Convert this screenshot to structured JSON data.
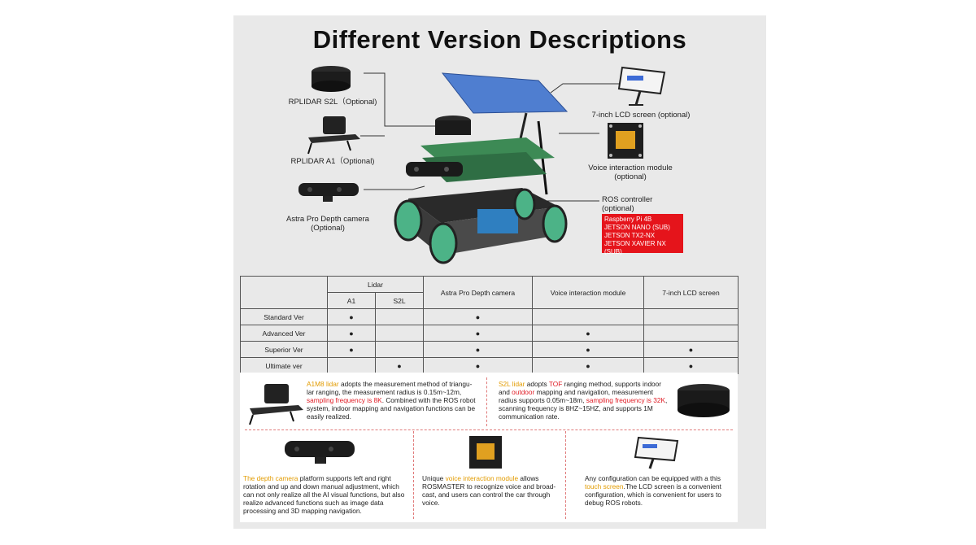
{
  "title": "Different Version Descriptions",
  "labels": {
    "rplidar_s2l": "RPLIDAR S2L（Optional)",
    "rplidar_a1": "RPLIDAR A1（Optional)",
    "astra_line1": "Astra Pro Depth camera",
    "astra_line2": "(Optional)",
    "lcd": "7-inch LCD screen (optional)",
    "voice_line1": "Voice interaction module",
    "voice_line2": "(optional)",
    "ros_line1": "ROS controller",
    "ros_line2": "(optional)"
  },
  "ros_options": [
    "Raspberry Pi 4B",
    "JETSON NANO (SUB)",
    "JETSON TX2-NX",
    "JETSON XAVIER NX (SUB)"
  ],
  "table": {
    "lidar_header": "Lidar",
    "a1": "A1",
    "s2l": "S2L",
    "astra": "Astra Pro Depth camera",
    "voice": "Voice interaction module",
    "lcd": "7-inch LCD screen",
    "dot": "●",
    "rows": [
      {
        "name": "Standard Ver"
      },
      {
        "name": "Advanced Ver"
      },
      {
        "name": "Superior Ver"
      },
      {
        "name": "Ultimate ver"
      }
    ]
  },
  "features": {
    "a1_hl": "A1M8 lidar",
    "a1_t1": " adopts the measurement method of triangu-",
    "a1_t2": "lar ranging, the measurement radius is 0.15m~12m,",
    "a1_hl2": "sampling frequency is 8K",
    "a1_t3": ". Combined with the ROS robot",
    "a1_t4": "system, indoor mapping and navigation functions can be",
    "a1_t5": "easily realized.",
    "s2l_hl": "S2L lidar",
    "s2l_t1": " adopts ",
    "s2l_hl2": "TOF",
    "s2l_t2": " ranging method, supports indoor",
    "s2l_t3": "and ",
    "s2l_hl3": "outdoor",
    "s2l_t4": " mapping and navigation, measurement",
    "s2l_t5": "radius supports 0.05m~18m, ",
    "s2l_hl4": "sampling frequency is 32K",
    "s2l_t6": ",",
    "s2l_t7": "scanning frequency is 8HZ~15HZ, and supports 1M",
    "s2l_t8": "communication rate.",
    "cam_hl": "The depth camera",
    "cam_t1": " platform supports left and right",
    "cam_t2": "rotation and up and down manual adjustment, which",
    "cam_t3": "can not only realize all the AI visual functions, but also",
    "cam_t4": "realize advanced functions such as image data",
    "cam_t5": "processing and 3D mapping navigation.",
    "voice_t1": "Unique ",
    "voice_hl": "voice interaction module",
    "voice_t2": " allows",
    "voice_t3": "ROSMASTER to recognize voice and broad-",
    "voice_t4": "cast, and users can control the car through",
    "voice_t5": "voice.",
    "lcd_t1": "Any configuration can be equipped with a this",
    "lcd_hl": "touch screen",
    "lcd_t2": ".The LCD screen is a convenient",
    "lcd_t3": "configuration, which is convenient for users to",
    "lcd_t4": "debug ROS robots."
  },
  "colors": {
    "highlight_orange": "#e29b00",
    "highlight_red": "#e01b24",
    "ros_box": "#e5141b",
    "panel": "#e9e9e9"
  }
}
